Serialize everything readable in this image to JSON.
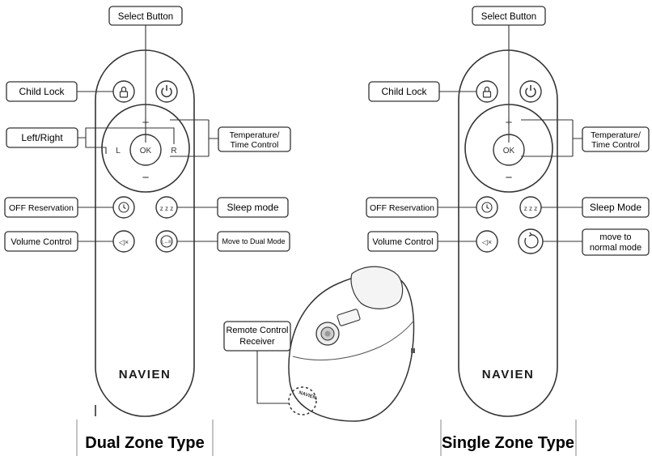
{
  "left_remote": {
    "callouts": {
      "select": "Select Button",
      "child_lock": "Child Lock",
      "left_right": "Left/Right",
      "temp_line1": "Temperature/",
      "temp_line2": "Time Control",
      "off_reservation": "OFF Reservation",
      "sleep": "Sleep mode",
      "volume": "Volume Control",
      "mode": "Move to Dual Mode"
    },
    "dpad": {
      "center": "OK",
      "left": "L",
      "right": "R",
      "up": "+",
      "down": "−"
    },
    "mode_button_glyph": "L↔R",
    "brand": "NAVIEN",
    "type_label": "Dual Zone Type"
  },
  "right_remote": {
    "callouts": {
      "select": "Select Button",
      "child_lock": "Child Lock",
      "temp_line1": "Temperature/",
      "temp_line2": "Time Control",
      "off_reservation": "OFF Reservation",
      "sleep": "Sleep Mode",
      "volume": "Volume Control",
      "mode_line1": "move to",
      "mode_line2": "normal mode"
    },
    "dpad": {
      "center": "OK",
      "up": "+",
      "down": "−"
    },
    "brand": "NAVIEN",
    "type_label": "Single Zone Type"
  },
  "receiver": {
    "label_line1": "Remote Control",
    "label_line2": "Receiver",
    "unit_brand": "NAVIEN"
  },
  "icons": {
    "lock": "lock-icon",
    "power": "power-icon",
    "timer": "clock-icon",
    "sleep": "zzz-icon",
    "mute": "speaker-mute-icon",
    "zzz_glyph": "z z z",
    "mute_glyph": "◁×"
  }
}
